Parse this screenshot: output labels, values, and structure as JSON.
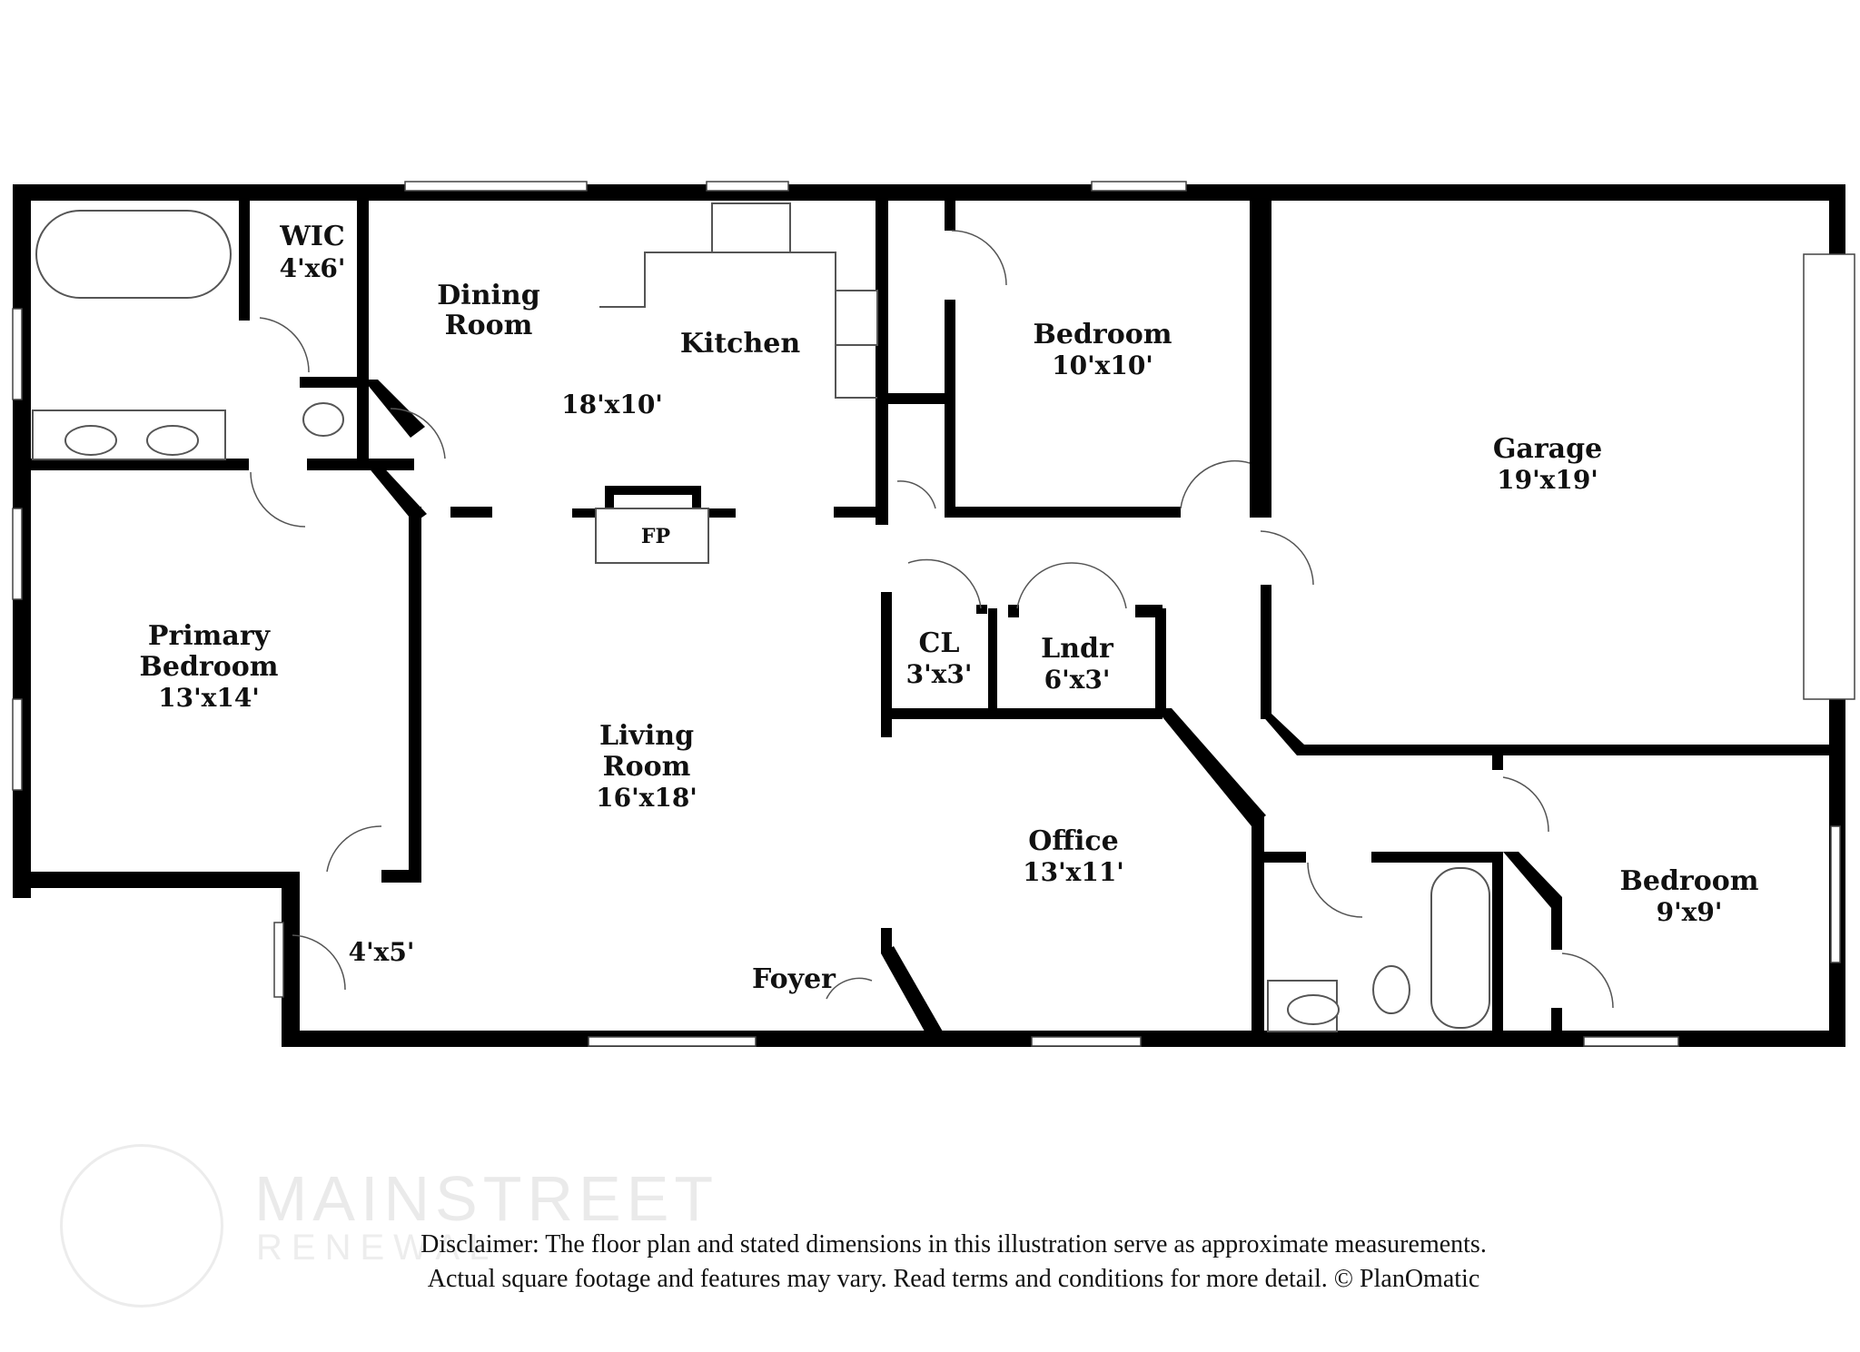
{
  "rooms": {
    "wic": {
      "name": "WIC",
      "dim": "4'x6'"
    },
    "dining": {
      "name_line1": "Dining",
      "name_line2": "Room"
    },
    "kitchen": {
      "name": "Kitchen",
      "dim": "18'x10'"
    },
    "bedroom_top": {
      "name": "Bedroom",
      "dim": "10'x10'"
    },
    "garage": {
      "name": "Garage",
      "dim": "19'x19'"
    },
    "primary": {
      "name_line1": "Primary",
      "name_line2": "Bedroom",
      "dim": "13'x14'"
    },
    "fireplace": {
      "name": "FP"
    },
    "closet": {
      "name": "CL",
      "dim": "3'x3'"
    },
    "laundry": {
      "name": "Lndr",
      "dim": "6'x3'"
    },
    "living": {
      "name_line1": "Living",
      "name_line2": "Room",
      "dim": "16'x18'"
    },
    "office": {
      "name": "Office",
      "dim": "13'x11'"
    },
    "bedroom_right": {
      "name": "Bedroom",
      "dim": "9'x9'"
    },
    "entry_closet": {
      "dim": "4'x5'"
    },
    "foyer": {
      "name": "Foyer"
    }
  },
  "watermark": {
    "brand": "MAINSTREET",
    "sub": "RENEWAL"
  },
  "disclaimer": {
    "line1": "Disclaimer: The floor plan and stated dimensions in this illustration serve as approximate measurements.",
    "line2": "Actual square footage and features may vary. Read terms and conditions for more detail. © PlanOmatic"
  }
}
